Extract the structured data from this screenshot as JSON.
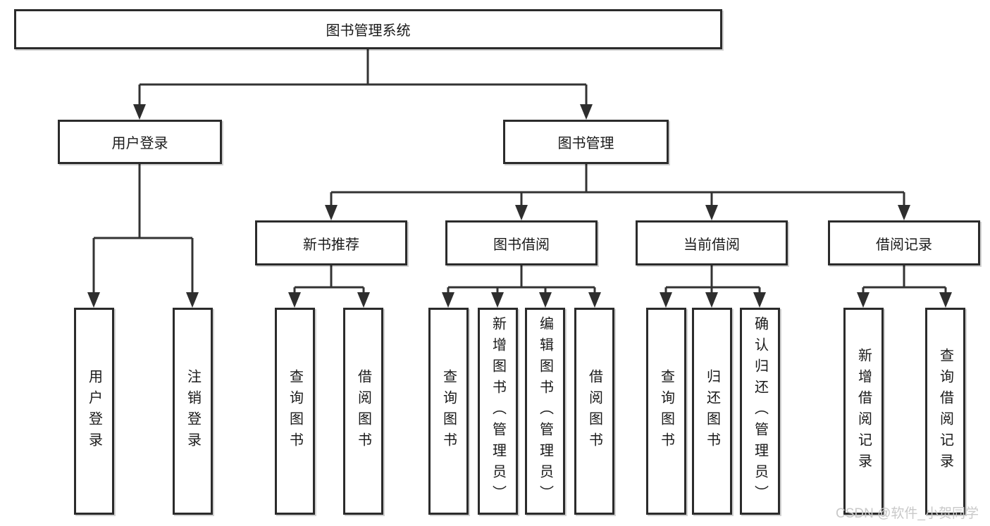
{
  "colors": {
    "background": "#ffffff",
    "node_border": "#2b2b2b",
    "connector_line": "#333333",
    "arrowhead": "#2e2e2e",
    "text": "#1a1a1a",
    "watermark": "#c9c9c9"
  },
  "watermark": {
    "text": "CSDN @软件_小贺同学"
  },
  "diagram": {
    "type": "hierarchy-tree",
    "root": {
      "label": "图书管理系统"
    },
    "branches": [
      {
        "label": "用户登录",
        "children": [
          {
            "label": "用户登录"
          },
          {
            "label": "注销登录"
          }
        ]
      },
      {
        "label": "图书管理",
        "children": [
          {
            "label": "新书推荐",
            "children": [
              {
                "label": "查询图书"
              },
              {
                "label": "借阅图书"
              }
            ]
          },
          {
            "label": "图书借阅",
            "children": [
              {
                "label": "查询图书"
              },
              {
                "label": "新增图书（管理员）"
              },
              {
                "label": "编辑图书（管理员）"
              },
              {
                "label": "借阅图书"
              }
            ]
          },
          {
            "label": "当前借阅",
            "children": [
              {
                "label": "查询图书"
              },
              {
                "label": "归还图书"
              },
              {
                "label": "确认归还（管理员）"
              }
            ]
          },
          {
            "label": "借阅记录",
            "children": [
              {
                "label": "新增借阅记录"
              },
              {
                "label": "查询借阅记录"
              }
            ]
          }
        ]
      }
    ]
  }
}
